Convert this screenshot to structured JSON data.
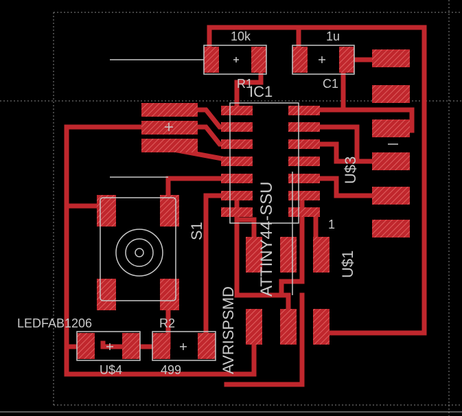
{
  "colors": {
    "background": "#000000",
    "trace": "#c0272d",
    "pad": "#c0272d",
    "pad_hatch": "#e06060",
    "silkscreen": "#c9c9c9",
    "board_outline": "#888888"
  },
  "labels": {
    "r1_value": "10k",
    "r1_name": "R1",
    "c1_value": "1u",
    "c1_name": "C1",
    "ic1_name": "IC1",
    "ic1_package": "ATTINY44-SSU",
    "usd3": "U$3",
    "usd1": "U$1",
    "s1": "S1",
    "avrispsmd": "AVRISPSMD",
    "ledfab": "LEDFAB1206",
    "r2_name": "R2",
    "usd4": "U$4",
    "r2_value": "499",
    "pin1_marker": "1"
  }
}
